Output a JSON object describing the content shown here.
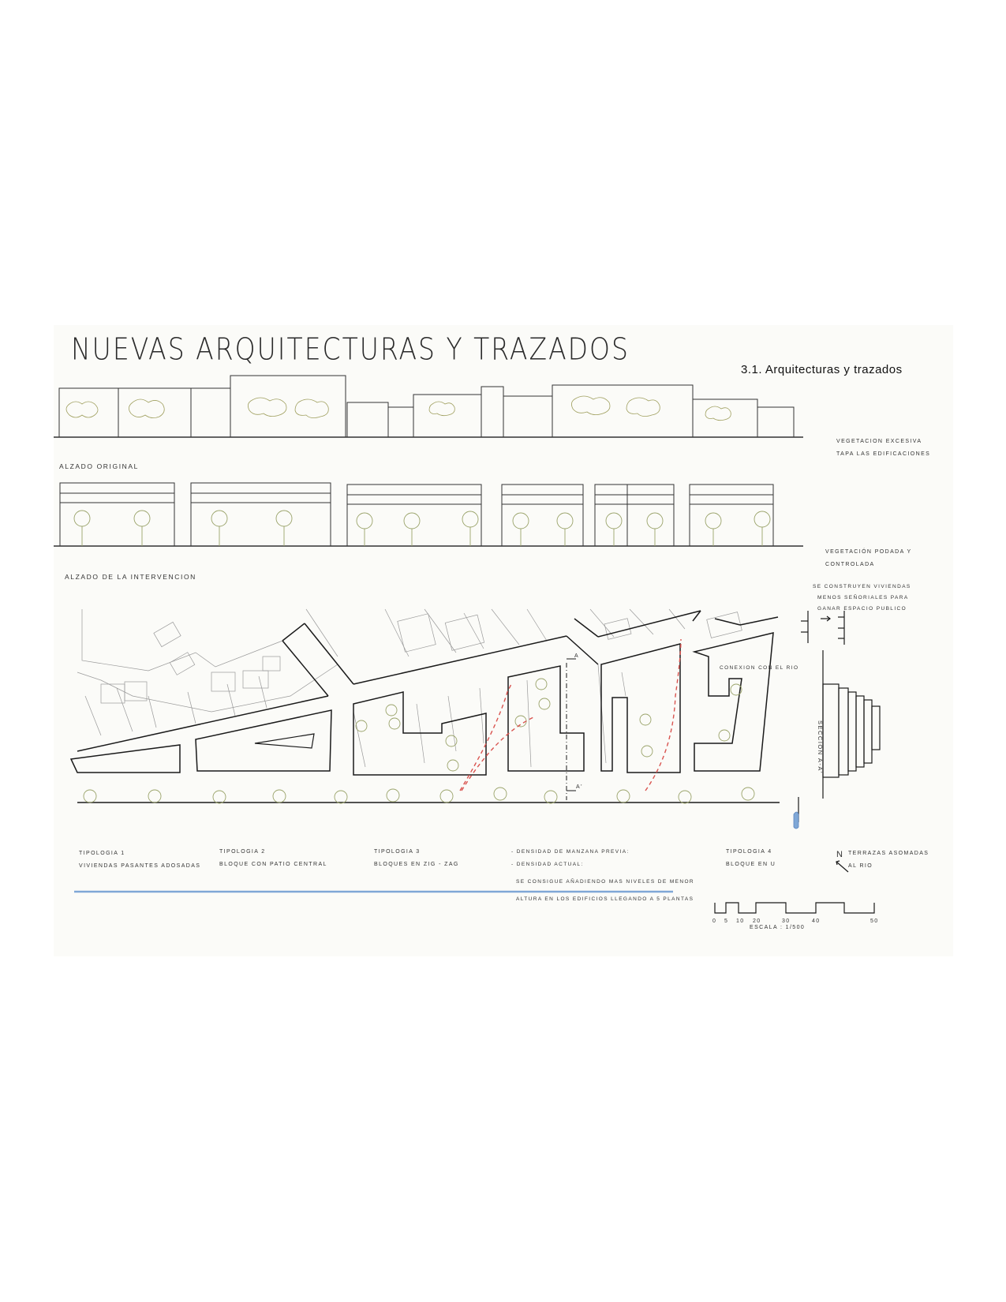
{
  "title": "NUEVAS ARQUITECTURAS Y TRAZADOS",
  "subtitle": "3.1. Arquitecturas y trazados",
  "elevations": {
    "original": {
      "label": "ALZADO ORIGINAL",
      "note_line1": "VEGETACION EXCESIVA",
      "note_line2": "TAPA LAS EDIFICACIONES"
    },
    "intervention": {
      "label": "ALZADO DE LA INTERVENCION",
      "note_line1": "VEGETACIÓN PODADA Y",
      "note_line2": "CONTROLADA"
    }
  },
  "annotations": {
    "homes_line1": "SE CONSTRUYEN VIVIENDAS",
    "homes_line2": "MENOS SEÑORIALES PARA",
    "homes_line3": "GANAR ESPACIO PUBLICO",
    "river_connection": "CONEXION CON EL RIO",
    "section_label": "SECCION A-A'",
    "section_mark_a": "A",
    "section_mark_a_prime": "A'",
    "terraces_line1": "TERRAZAS ASOMADAS",
    "terraces_line2": "AL RIO"
  },
  "typologies": [
    {
      "name": "TIPOLOGIA 1",
      "desc": "VIVIENDAS PASANTES ADOSADAS"
    },
    {
      "name": "TIPOLOGIA 2",
      "desc": "BLOQUE CON PATIO CENTRAL"
    },
    {
      "name": "TIPOLOGIA 3",
      "desc": "BLOQUES EN ZIG - ZAG"
    },
    {
      "name": "TIPOLOGIA 4",
      "desc": "BLOQUE EN U"
    }
  ],
  "density": {
    "previous": "- DENSIDAD DE MANZANA PREVIA:",
    "current": "- DENSIDAD ACTUAL:",
    "note_line1": "SE CONSIGUE AÑADIENDO MAS NIVELES DE MENOR",
    "note_line2": "ALTURA EN LOS EDIFICIOS LLEGANDO A 5 PLANTAS"
  },
  "north": "N",
  "scale": {
    "label": "ESCALA : 1/500",
    "ticks": [
      "0",
      "5",
      "10",
      "20",
      "30",
      "40",
      "50"
    ]
  },
  "colors": {
    "ink": "#1a1a1a",
    "pencil": "#8a8a8a",
    "tree": "#9aa36a",
    "arrow": "#d9534f",
    "water": "#7fa7d6",
    "sheet": "#fbfbf8"
  }
}
